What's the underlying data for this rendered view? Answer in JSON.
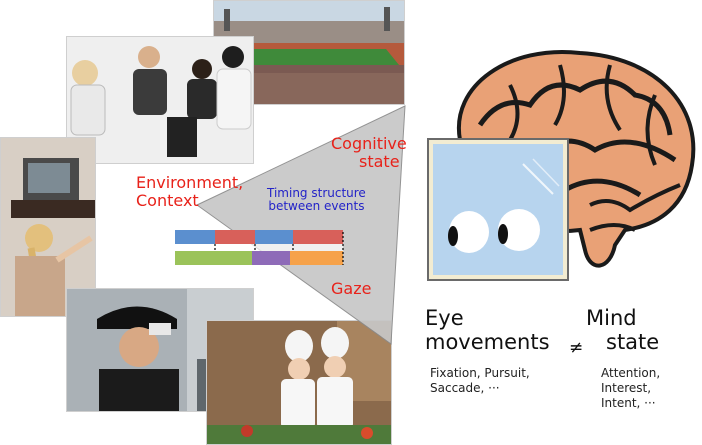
{
  "labels": {
    "environment_line1": "Environment,",
    "environment_line2": "Context",
    "cognitive_line1": "Cognitive",
    "cognitive_line2": "state",
    "timing_line1": "Timing structure",
    "timing_line2": "between events",
    "gaze": "Gaze"
  },
  "equation": {
    "left_line1": "Eye",
    "left_line2": "movements",
    "operator": "≠",
    "right_line1": "Mind",
    "right_line2": "state"
  },
  "eye_movement_types": [
    "Fixation, Pursuit,",
    "Saccade, ···"
  ],
  "mind_state_types": [
    "Attention,",
    "Interest,",
    "Intent, ···"
  ],
  "colors": {
    "label_red": "#e8221a",
    "label_blue": "#2323c8",
    "bar_blue": "#5b8fcf",
    "bar_red": "#d8605a",
    "bar_grey": "#bfbfbf",
    "bar_green": "#9bc35a",
    "bar_purple": "#8e6bb8",
    "bar_orange": "#f6a24a"
  }
}
